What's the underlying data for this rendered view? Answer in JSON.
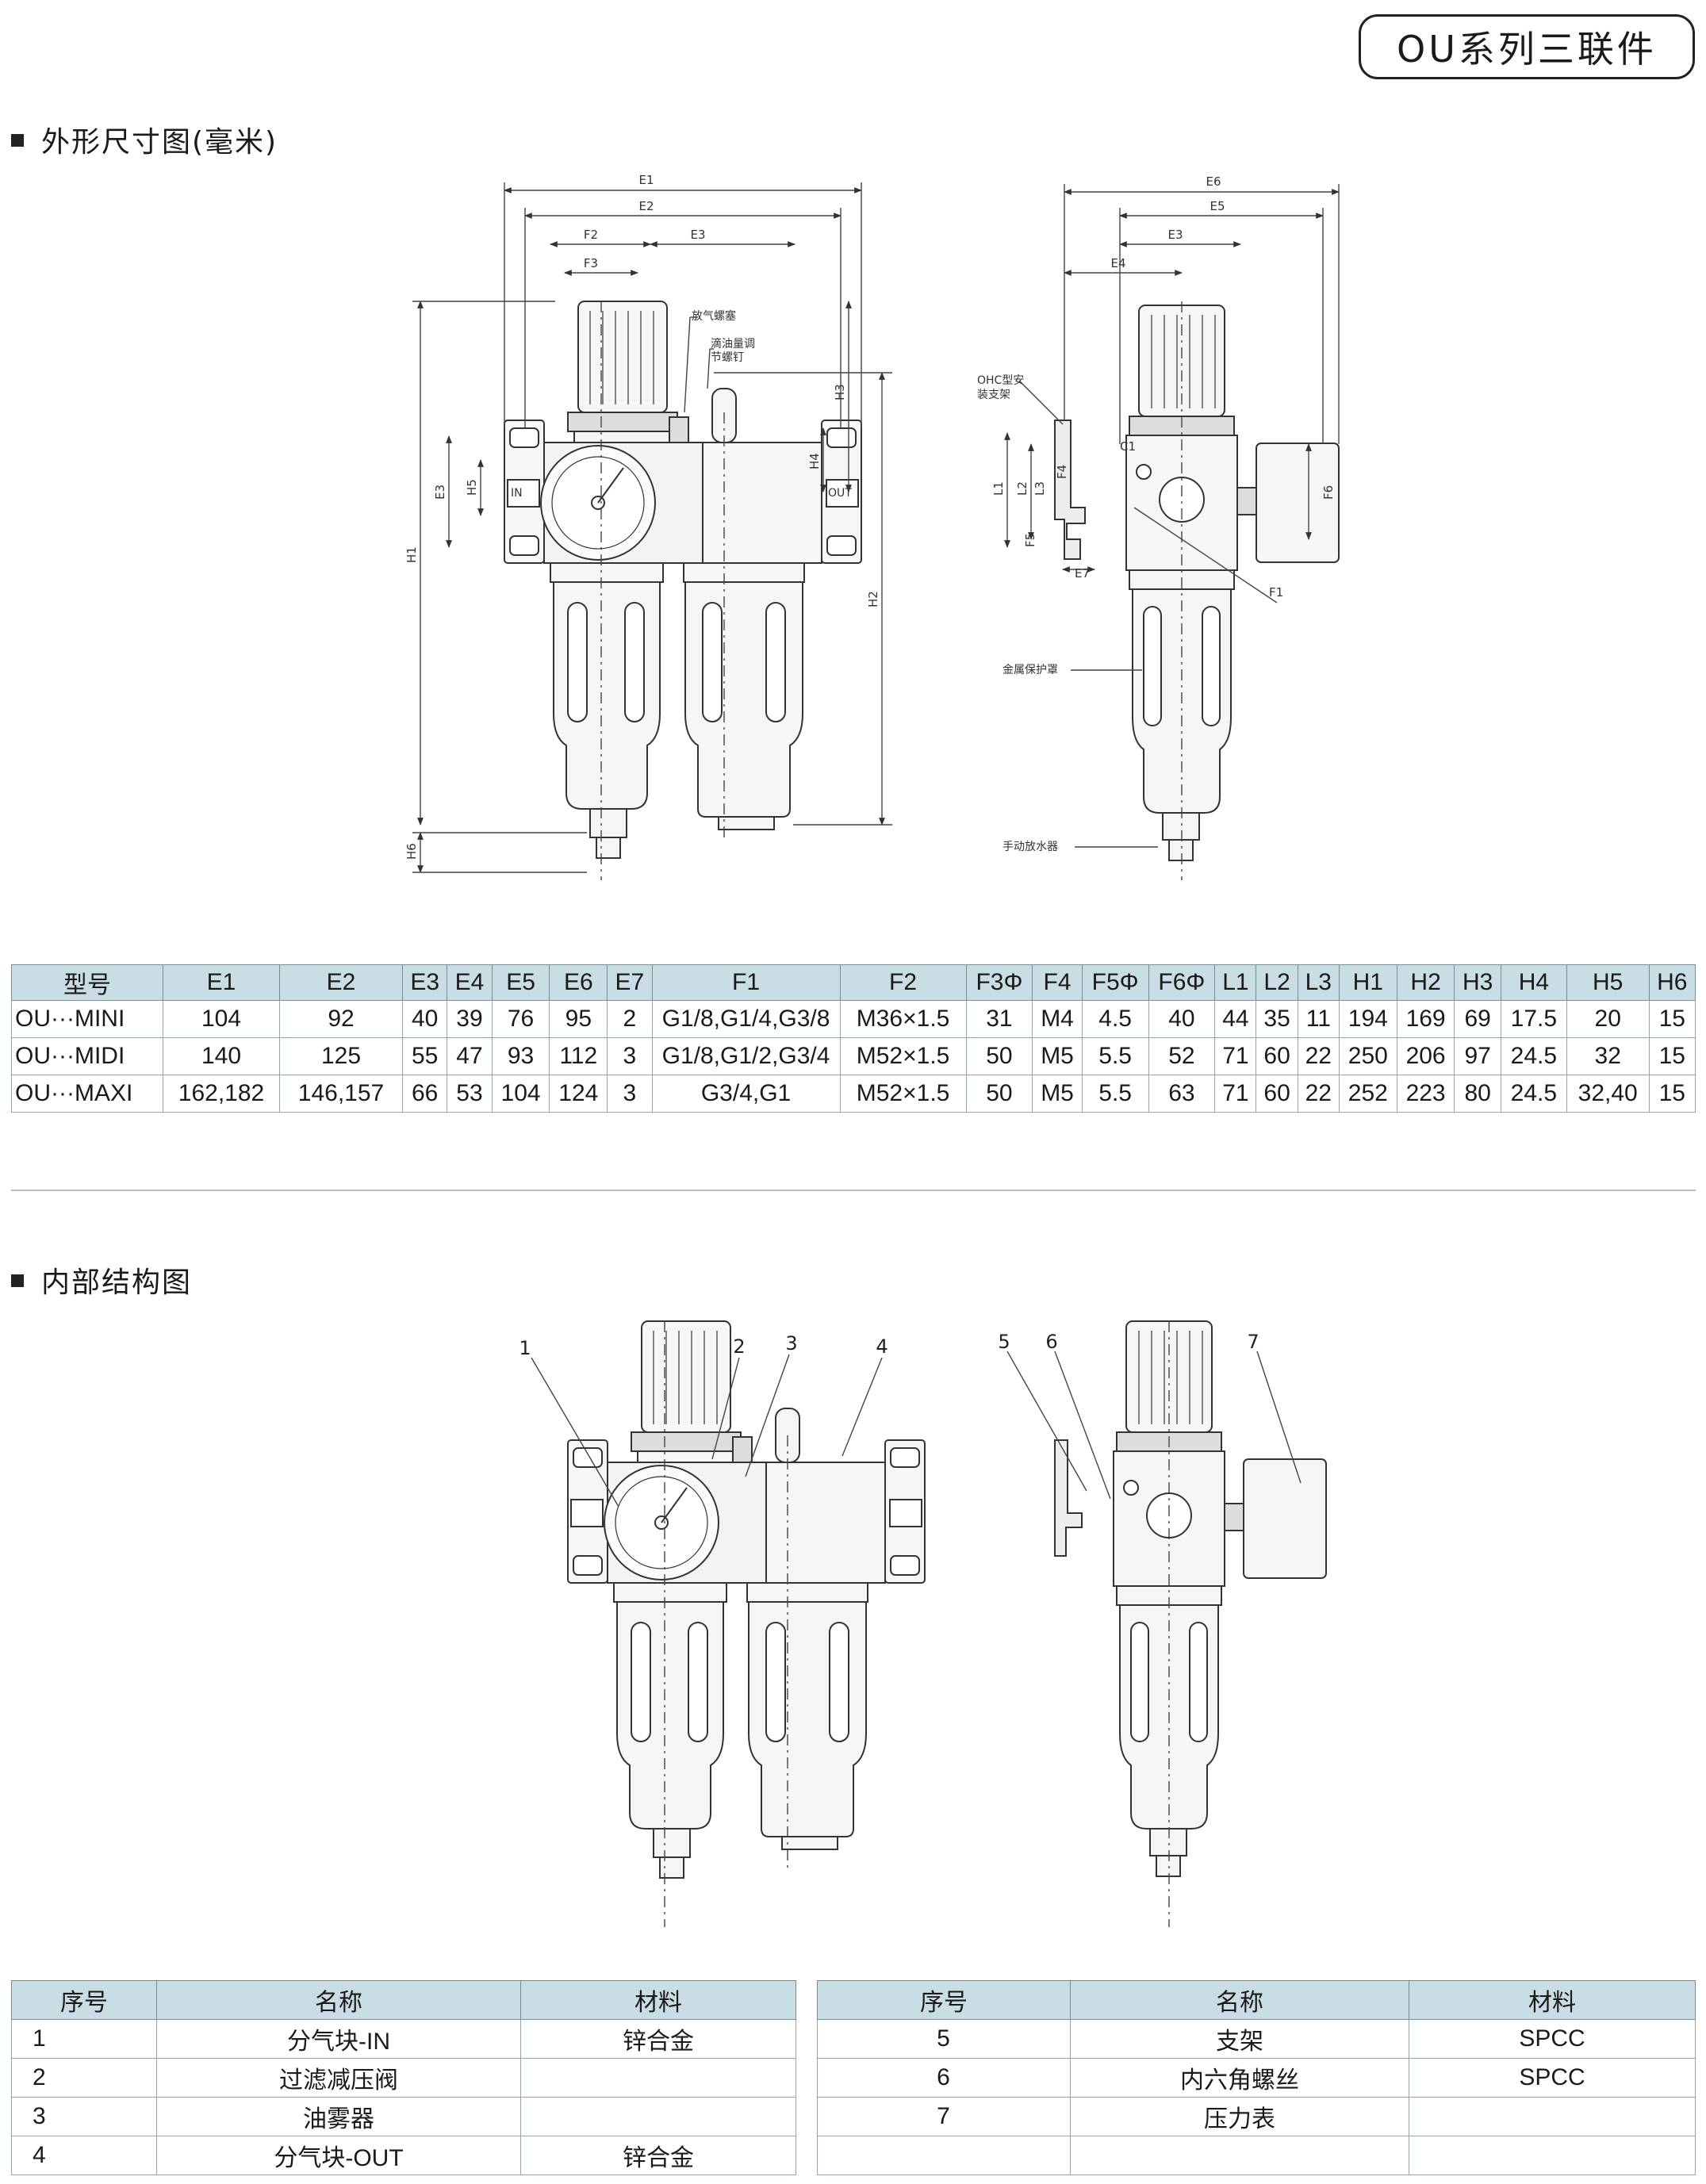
{
  "header": {
    "series_title": "OU系列三联件"
  },
  "sections": {
    "dimensions_title": "外形尺寸图(毫米)",
    "internal_title": "内部结构图"
  },
  "dimension_drawing": {
    "labels": {
      "E1": "E1",
      "E2": "E2",
      "E3": "E3",
      "E4": "E4",
      "E5": "E5",
      "E6": "E6",
      "E7": "E7",
      "F1": "F1",
      "F2": "F2",
      "F3": "F3",
      "F4": "F4",
      "F5": "F5",
      "F6": "F6",
      "H1": "H1",
      "H2": "H2",
      "H3": "H3",
      "H4": "H4",
      "H5": "H5",
      "H6": "H6",
      "L1": "L1",
      "L2": "L2",
      "L3": "L3",
      "C1": "C1"
    },
    "notes": {
      "vent_plug": "放气螺塞",
      "oil_adjust_1": "滴油量调",
      "oil_adjust_2": "节螺钉",
      "bracket_1": "OHC型安",
      "bracket_2": "装支架",
      "metal_guard": "金属保护罩",
      "manual_drain": "手动放水器"
    },
    "ports": {
      "in": "IN",
      "out": "OUT"
    }
  },
  "dims_table": {
    "headers": [
      "型号",
      "E1",
      "E2",
      "E3",
      "E4",
      "E5",
      "E6",
      "E7",
      "F1",
      "F2",
      "F3Φ",
      "F4",
      "F5Φ",
      "F6Φ",
      "L1",
      "L2",
      "L3",
      "H1",
      "H2",
      "H3",
      "H4",
      "H5",
      "H6"
    ],
    "rows": [
      [
        "OU···MINI",
        "104",
        "92",
        "40",
        "39",
        "76",
        "95",
        "2",
        "G1/8,G1/4,G3/8",
        "M36×1.5",
        "31",
        "M4",
        "4.5",
        "40",
        "44",
        "35",
        "11",
        "194",
        "169",
        "69",
        "17.5",
        "20",
        "15"
      ],
      [
        "OU···MIDI",
        "140",
        "125",
        "55",
        "47",
        "93",
        "112",
        "3",
        "G1/8,G1/2,G3/4",
        "M52×1.5",
        "50",
        "M5",
        "5.5",
        "52",
        "71",
        "60",
        "22",
        "250",
        "206",
        "97",
        "24.5",
        "32",
        "15"
      ],
      [
        "OU···MAXI",
        "162,182",
        "146,157",
        "66",
        "53",
        "104",
        "124",
        "3",
        "G3/4,G1",
        "M52×1.5",
        "50",
        "M5",
        "5.5",
        "63",
        "71",
        "60",
        "22",
        "252",
        "223",
        "80",
        "24.5",
        "32,40",
        "15"
      ]
    ]
  },
  "internal_drawing": {
    "callouts": [
      "1",
      "2",
      "3",
      "4",
      "5",
      "6",
      "7"
    ]
  },
  "parts_table": {
    "headers": [
      "序号",
      "名称",
      "材料"
    ],
    "left_rows": [
      [
        "1",
        "分气块-IN",
        "锌合金"
      ],
      [
        "2",
        "过滤减压阀",
        ""
      ],
      [
        "3",
        "油雾器",
        ""
      ],
      [
        "4",
        "分气块-OUT",
        "锌合金"
      ]
    ],
    "right_rows": [
      [
        "5",
        "支架",
        "SPCC"
      ],
      [
        "6",
        "内六角螺丝",
        "SPCC"
      ],
      [
        "7",
        "压力表",
        ""
      ],
      [
        "",
        "",
        ""
      ]
    ]
  }
}
